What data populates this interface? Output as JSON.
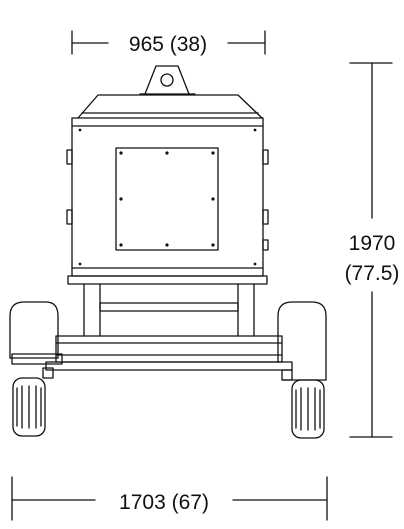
{
  "dimensions": {
    "top_width": "965 (38)",
    "height_mm": "1970",
    "height_in": "(77.5)",
    "bottom_width": "1703 (67)"
  },
  "colors": {
    "line": "#111111",
    "background": "#ffffff"
  }
}
